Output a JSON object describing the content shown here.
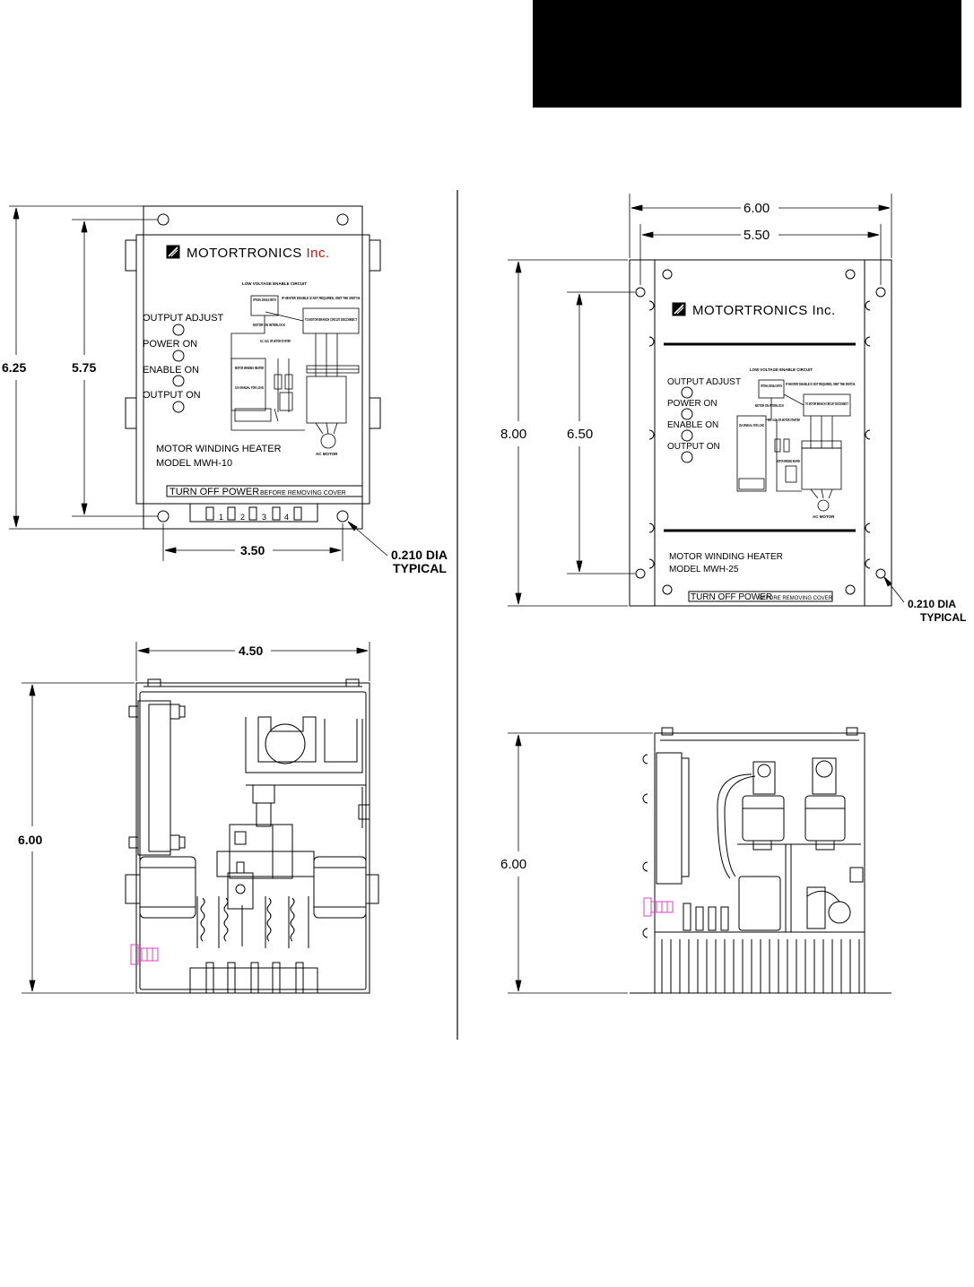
{
  "mwh10_front": {
    "brand": "MOTORTRONICS",
    "brand_inc": "Inc.",
    "leds": [
      "OUTPUT  ADJUST",
      "POWER  ON",
      "ENABLE  ON",
      "OUTPUT  ON"
    ],
    "title_line1": "MOTOR  WINDING  HEATER",
    "title_line2": "MODEL  MWH-10",
    "warning_main": "TURN  OFF  POWER",
    "warning_sub": "BEFORE  REMOVING  COVER",
    "terminals": [
      "1",
      "2",
      "3",
      "4"
    ],
    "dim_height_outer": "6.25",
    "dim_height_inner": "5.75",
    "dim_hole_spacing": "3.50",
    "hole_note_line1": "0.210 DIA",
    "hole_note_line2": "TYPICAL",
    "schematic": {
      "title": "LOW VOLTAGE ENABLE CIRCUIT",
      "optional": "OPTIONAL DISABLE SWITCH",
      "note": "IF HEATER DISABLE IS NOT REQUIRED, OMIT THE SWITCH.",
      "interlock": "MOTOR ON INTERLOCK",
      "aux": "N.C. AUX. OR MOTOR STARTER",
      "breaker": "TO MOTOR BRANCH CIRCUIT DISCONNECT",
      "heater": "MOTOR WINDING HEATER",
      "fuse": "10A MANUAL FOR LOAD",
      "motor": "AC MOTOR"
    }
  },
  "mwh10_side": {
    "dim_width": "4.50",
    "dim_height": "6.00"
  },
  "mwh25_front": {
    "brand": "MOTORTRONICS",
    "brand_inc": "Inc.",
    "leds": [
      "OUTPUT  ADJUST",
      "POWER  ON",
      "ENABLE  ON",
      "OUTPUT  ON"
    ],
    "title_line1": "MOTOR  WINDING  HEATER",
    "title_line2": "MODEL  MWH-25",
    "warning_main": "TURN  OFF  POWER",
    "warning_sub": "BEFORE  REMOVING  COVER",
    "dim_width_outer": "6.00",
    "dim_width_inner": "5.50",
    "dim_height_outer": "8.00",
    "dim_height_inner": "6.50",
    "hole_note_line1": "0.210 DIA",
    "hole_note_line2": "TYPICAL",
    "schematic": {
      "title": "LOW VOLTAGE ENABLE CIRCUIT",
      "optional": "OPTIONAL DISABLE SWITCH",
      "note": "IF HEATER DISABLE IS NOT REQUIRED, OMIT THE SWITCH.",
      "interlock": "MOTOR ON INTERLOCK",
      "aux": "N.C. AUX. OR MOTOR STARTER",
      "breaker": "TO MOTOR BRANCH CIRCUIT DISCONNECT",
      "heater": "MOTOR WINDING HEATER",
      "fuse": "25A MANUAL FOR LOAD",
      "motor": "AC MOTOR"
    }
  },
  "mwh25_side": {
    "dim_height": "6.00"
  },
  "colors": {
    "banner": "#000000",
    "brand_inc": "#d01010",
    "screw": "#e040c0",
    "line": "#000000"
  }
}
